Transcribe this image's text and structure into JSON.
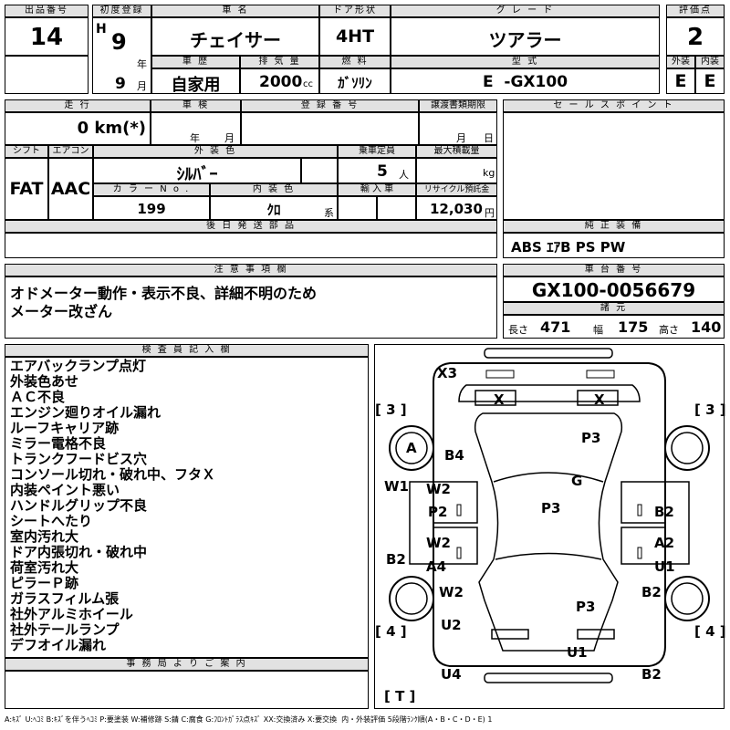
{
  "header": {
    "lot_no_label": "出品番号",
    "lot_no": "14",
    "first_reg_label": "初度登録",
    "era": "H",
    "year": "9",
    "year_unit": "年",
    "month": "9",
    "month_unit": "月",
    "car_name_label": "車 名",
    "car_name": "チェイサー",
    "door_label": "ドア形状",
    "door": "4HT",
    "grade_label": "グ レ ー ド",
    "grade": "ツアラー",
    "score_label": "評価点",
    "score": "2",
    "history_label": "車 歴",
    "history": "自家用",
    "displacement_label": "排 気 量",
    "displacement": "2000",
    "displacement_unit": "cc",
    "fuel_label": "燃 料",
    "fuel": "ｶﾞｿﾘﾝ",
    "model_label": "型 式",
    "model": "E  -GX100",
    "exterior_label": "外装",
    "exterior_grade": "E",
    "interior_label": "内装",
    "interior_grade": "E"
  },
  "row2": {
    "mileage_label": "走 行",
    "mileage": "0 km(*)",
    "inspection_label": "車 検",
    "inspection_year": "年",
    "inspection_month": "月",
    "reg_no_label": "登 録 番 号",
    "transfer_label": "譲渡書類期限",
    "transfer_month": "月",
    "transfer_day": "日",
    "sales_point_label": "セ ー ル ス ポ イ ン ト",
    "shift_label": "シフト",
    "shift": "FAT",
    "ac_label": "エアコン",
    "ac": "AAC",
    "ext_color_label": "外 装 色",
    "ext_color": "ｼﾙﾊﾞｰ",
    "capacity_label": "乗車定員",
    "capacity": "5",
    "capacity_unit": "人",
    "load_label": "最大積載量",
    "load_unit": "kg",
    "color_no_label": "カ ラ ー N o .",
    "color_no": "199",
    "int_color_label": "内 装 色",
    "int_color": "ｸﾛ",
    "int_color_unit": "系",
    "import_label": "輸 入 車",
    "recycle_label": "リサイクル預託金",
    "recycle": "12,030",
    "recycle_unit": "円",
    "later_parts_label": "後 日 発 送 部 品",
    "genuine_label": "純 正 装 備",
    "genuine": "ABS ｴｱB PS PW"
  },
  "notes": {
    "label": "注 意 事 項 欄",
    "line1": "オドメーター動作・表示不良、詳細不明のため",
    "line2": "メーター改ざん"
  },
  "chassis": {
    "label": "車 台 番 号",
    "number": "GX100-0056679",
    "spec_label": "諸 元",
    "length_label": "長さ",
    "length": "471",
    "width_label": "幅",
    "width": "175",
    "height_label": "高さ",
    "height": "140"
  },
  "inspector": {
    "label": "検 査 員 記 入 欄",
    "items": [
      "エアバックランプ点灯",
      "外装色あせ",
      "ＡＣ不良",
      "エンジン廻りオイル漏れ",
      "ルーフキャリア跡",
      "ミラー電格不良",
      "トランクフードビス穴",
      "コンソール切れ・破れ中、フタＸ",
      "内装ペイント悪い",
      "ハンドルグリップ不良",
      "シートへたり",
      "室内汚れ大",
      "ドア内張切れ・破れ中",
      "荷室汚れ大",
      "ピラーＰ跡",
      "ガラスフィルム張",
      "社外アルミホイール",
      "社外テールランプ",
      "デフオイル漏れ"
    ],
    "office_label": "事 務 局 よ り ご 案 内"
  },
  "diagram": {
    "marks": [
      "X3",
      "X",
      "X",
      "[ 3 ]",
      "[ 3 ]",
      "A",
      "B4",
      "P3",
      "W1",
      "W2",
      "G",
      "P2",
      "P3",
      "B2",
      "W2",
      "A2",
      "B2",
      "A4",
      "U1",
      "W2",
      "B2",
      "P3",
      "[ 4 ]",
      "[ 4 ]",
      "U2",
      "U1",
      "U4",
      "B2",
      "[ T ]"
    ]
  },
  "legend": "A:ｷｽﾞ U:ﾍｺﾐ B:ｷｽﾞを伴うﾍｺﾐ P:要塗装 W:補修跡 S:錆 C:腐食 G:ﾌﾛﾝﾄｶﾞﾗｽ点ｷｽﾞ XX:交換済み X:要交換  内・外装評価 5段階ﾗﾝｸ順(A・B・C・D・E) 1"
}
